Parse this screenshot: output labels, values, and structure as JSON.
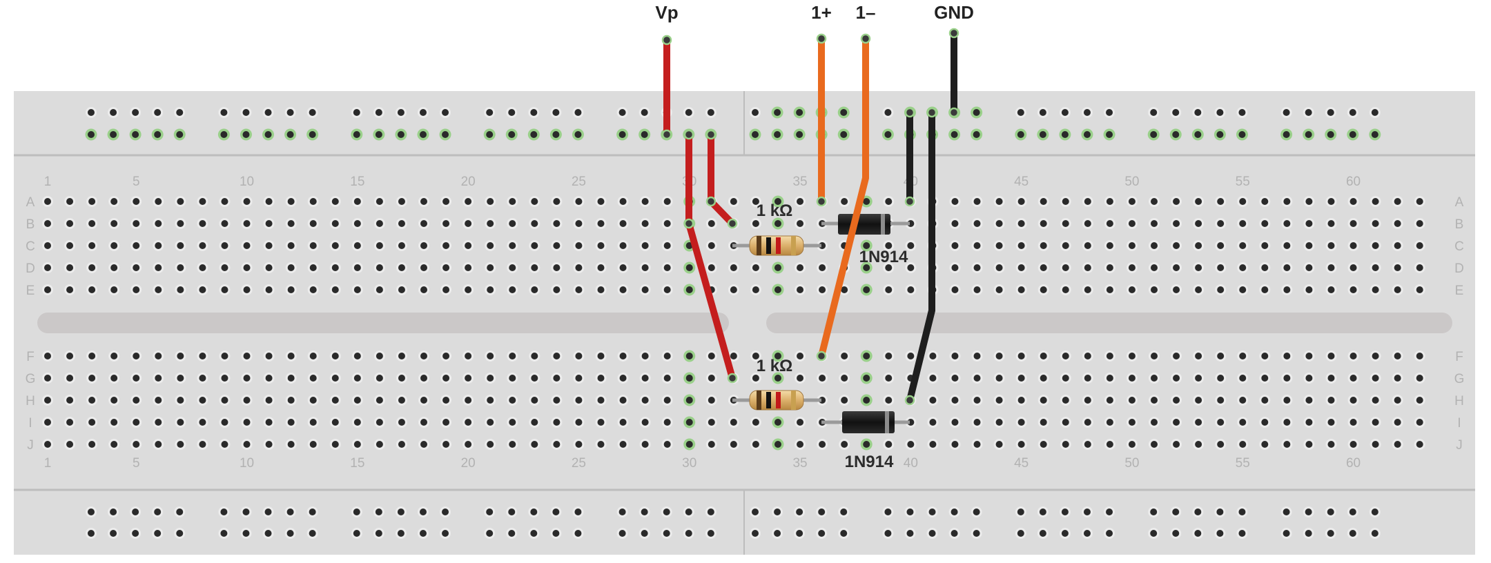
{
  "external_labels": {
    "vp": "Vp",
    "one_plus": "1+",
    "one_minus": "1–",
    "gnd": "GND"
  },
  "components": {
    "r_top": {
      "label": "1 kΩ"
    },
    "r_bottom": {
      "label": "1 kΩ"
    },
    "d_top": {
      "label": "1N914"
    },
    "d_bottom": {
      "label": "1N914"
    }
  },
  "breadboard": {
    "rows_top": [
      "A",
      "B",
      "C",
      "D",
      "E"
    ],
    "rows_bottom": [
      "F",
      "G",
      "H",
      "I",
      "J"
    ],
    "column_labels": [
      "1",
      "5",
      "10",
      "15",
      "20",
      "25",
      "30",
      "35",
      "40",
      "45",
      "50",
      "55",
      "60"
    ],
    "columns": 63
  },
  "colors": {
    "board": "#dcdcdc",
    "hole": "#2a2a2a",
    "hole_active": "#9ad08a",
    "wire_red": "#c41e1e",
    "wire_orange": "#e96a1e",
    "wire_black": "#1e1e1e",
    "resistor_body": "#e0b978",
    "diode_body": "#1a1a1a"
  }
}
